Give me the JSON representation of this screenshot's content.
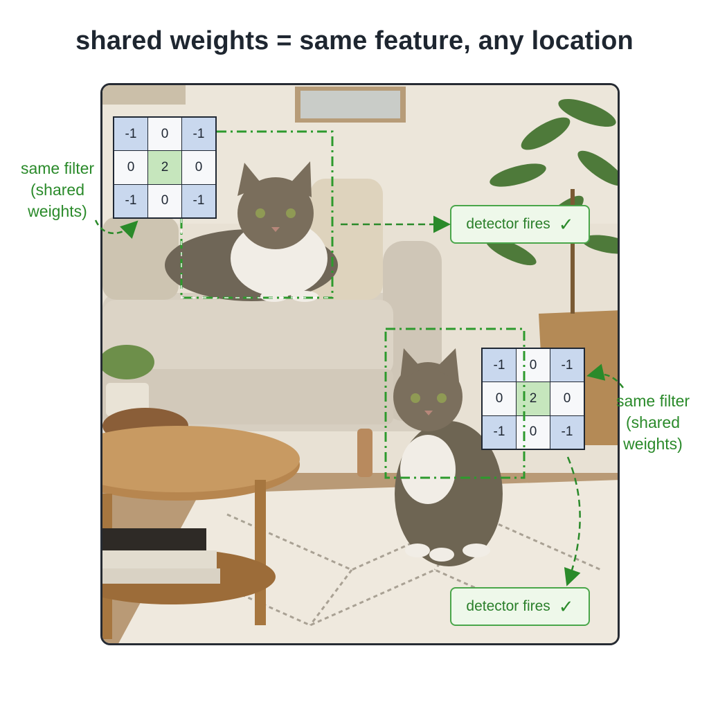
{
  "title": "shared weights = same feature, any location",
  "filter_label": "same filter\n(shared\nweights)",
  "filter_label_lines": [
    "same filter",
    "(shared",
    "weights)"
  ],
  "filter_weights": [
    [
      "-1",
      "0",
      "-1"
    ],
    [
      "0",
      "2",
      "0"
    ],
    [
      "-1",
      "0",
      "-1"
    ]
  ],
  "detector_label": "detector fires",
  "check_icon": "check-icon",
  "colors": {
    "accent_green": "#2a8a2a",
    "negative_weight": "#c9d8ee",
    "positive_weight": "#c6e6bd",
    "zero_weight": "#f7f8fa"
  }
}
